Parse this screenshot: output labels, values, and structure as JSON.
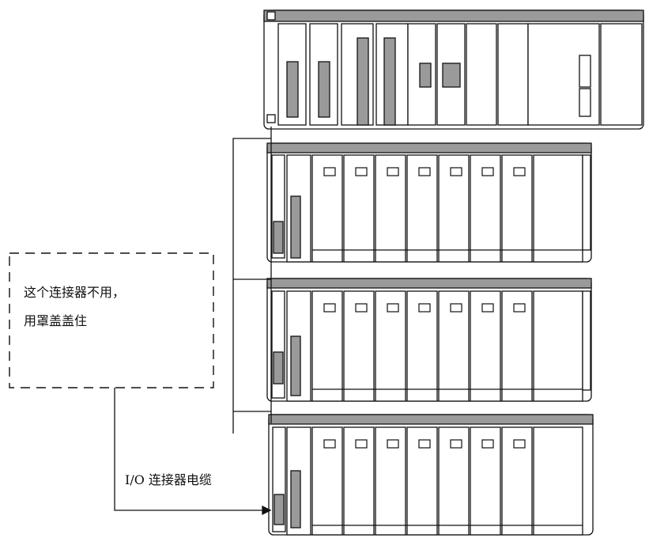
{
  "annotation": {
    "line1": "这个连接器不用，",
    "line2": "用罩盖盖住"
  },
  "cable_label": "I/O 连接器电缆",
  "colors": {
    "line": "#111111",
    "panel": "#ffffff",
    "shade": "#9a9a9a"
  }
}
